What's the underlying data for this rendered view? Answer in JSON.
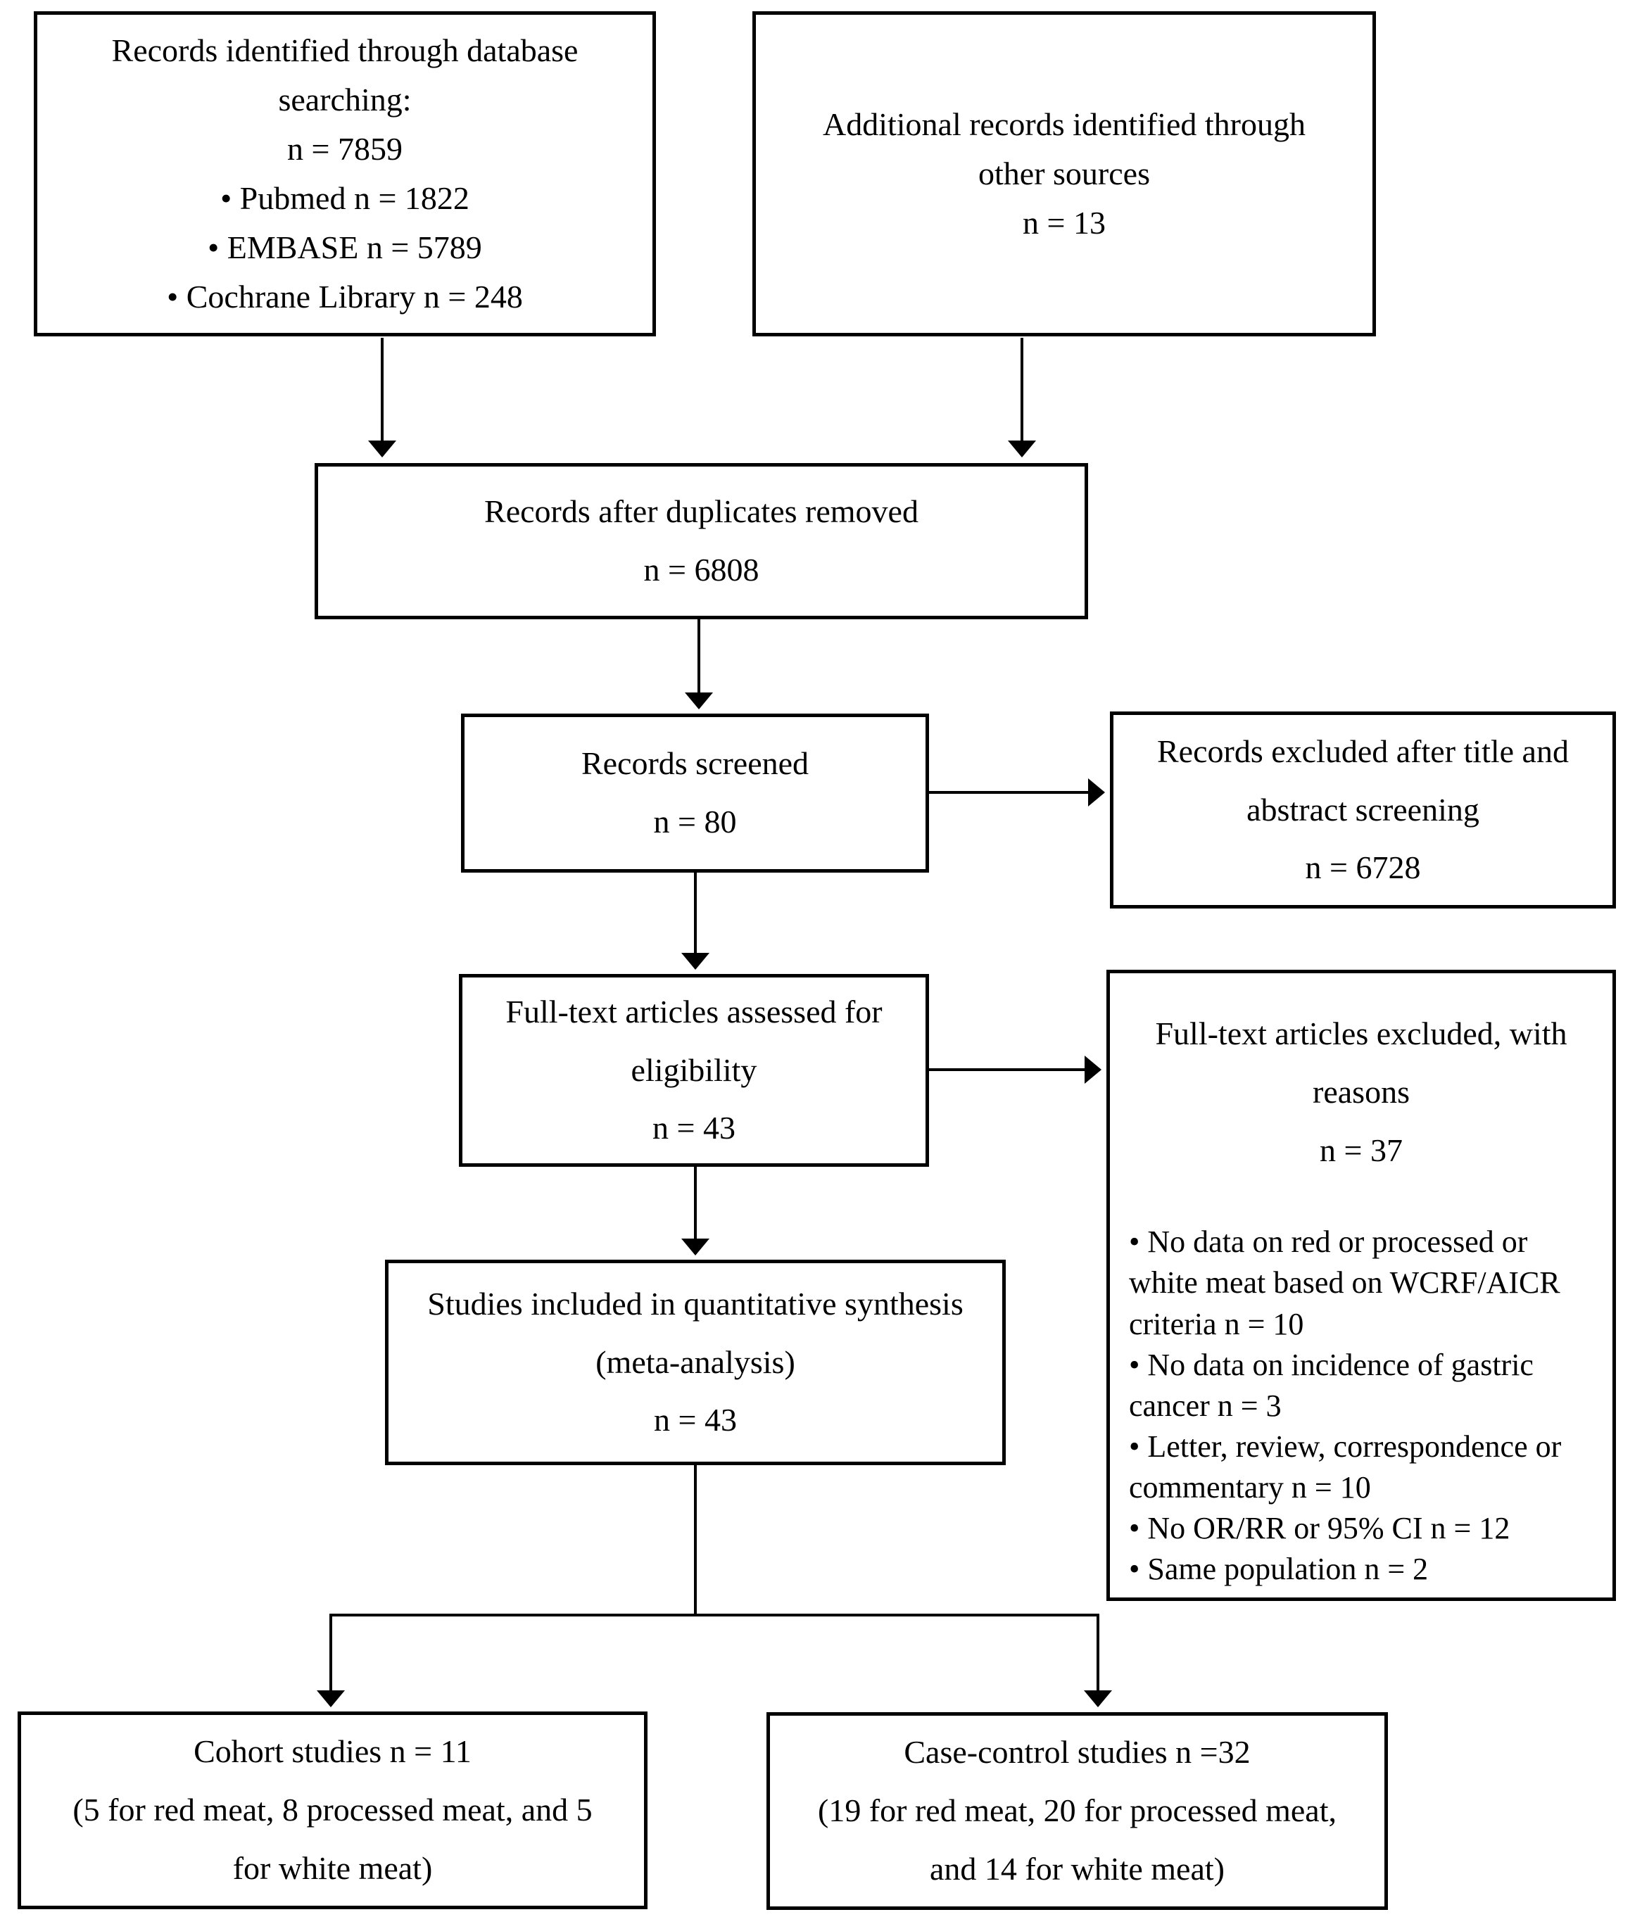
{
  "diagram": {
    "type": "prisma-flow-diagram",
    "colors": {
      "line": "#000000",
      "text": "#000000",
      "background": "#ffffff"
    },
    "boxes": {
      "identification_db": {
        "lines": [
          "Records identified through database searching:",
          "n = 7859",
          "• Pubmed n = 1822",
          "• EMBASE n = 5789",
          "• Cochrane Library n = 248"
        ]
      },
      "identification_other": {
        "lines": [
          "Additional records identified through other sources",
          "n = 13"
        ]
      },
      "duplicates_removed": {
        "lines": [
          "Records after duplicates removed",
          "n = 6808"
        ]
      },
      "screened": {
        "lines": [
          "Records screened",
          "n = 80"
        ]
      },
      "excluded_screening": {
        "lines": [
          "Records excluded after title and abstract screening",
          "n = 6728"
        ]
      },
      "fulltext_assessed": {
        "lines": [
          "Full-text articles assessed for eligibility",
          "n = 43"
        ]
      },
      "fulltext_excluded": {
        "heading": [
          "Full-text articles excluded, with reasons",
          "n = 37"
        ],
        "reasons": [
          "• No data on red or processed or white meat based on WCRF/AICR criteria n = 10",
          "• No data on incidence of gastric cancer n = 3",
          "• Letter, review, correspondence or commentary n = 10",
          "• No OR/RR or 95% CI n = 12",
          "• Same population n = 2"
        ]
      },
      "included_quantitative": {
        "lines": [
          "Studies included in quantitative synthesis (meta-analysis)",
          "n = 43"
        ]
      },
      "cohort": {
        "lines": [
          "Cohort studies n = 11",
          "(5 for red meat, 8 processed meat, and 5 for white meat)"
        ]
      },
      "case_control": {
        "lines": [
          "Case-control studies n =32",
          "(19 for red meat, 20 for processed meat, and 14 for white meat)"
        ]
      }
    }
  }
}
